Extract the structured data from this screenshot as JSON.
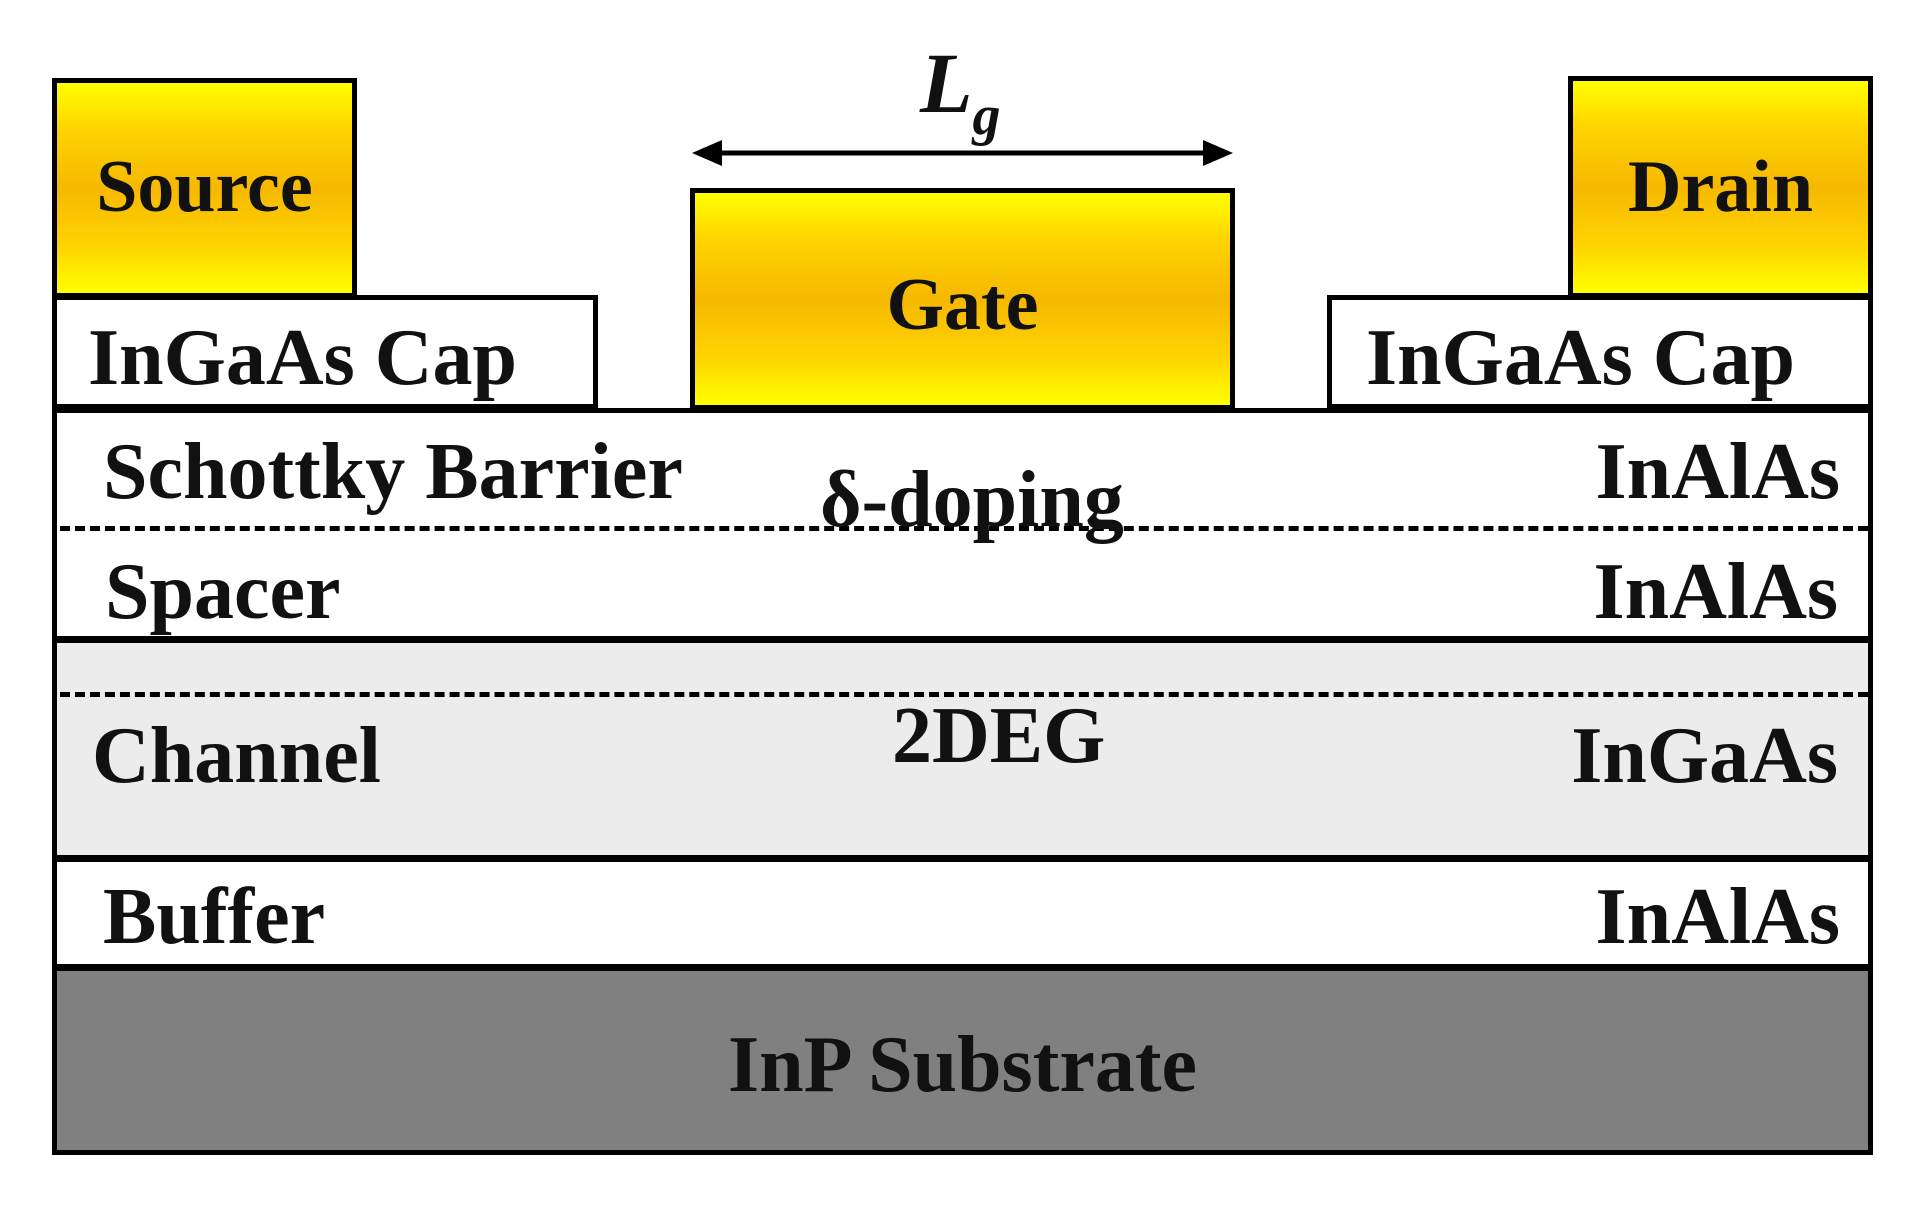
{
  "gate_length_label": {
    "main": "L",
    "subscript": "g"
  },
  "contacts": {
    "source": "Source",
    "gate": "Gate",
    "drain": "Drain"
  },
  "cap_layers": {
    "left": "InGaAs Cap",
    "right": "InGaAs Cap"
  },
  "layers": {
    "schottky_barrier": {
      "name": "Schottky Barrier",
      "material": "InAlAs"
    },
    "delta_doping": "δ-doping",
    "spacer": {
      "name": "Spacer",
      "material": "InAlAs"
    },
    "channel": {
      "name": "Channel",
      "material": "InGaAs"
    },
    "two_deg": "2DEG",
    "buffer": {
      "name": "Buffer",
      "material": "InAlAs"
    },
    "substrate": "InP Substrate"
  },
  "colors": {
    "metal_gold": "#ffd400",
    "channel_fill": "#ececec",
    "substrate_fill": "#808080",
    "outline": "#000000"
  }
}
